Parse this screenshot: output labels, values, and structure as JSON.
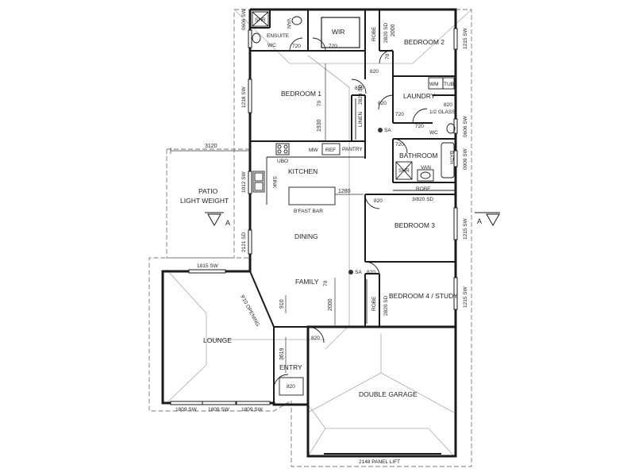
{
  "rooms": {
    "ensuite": "ENSUITE",
    "wir": "WIR",
    "bedroom2": "BEDROOM 2",
    "bedroom1": "BEDROOM 1",
    "laundry": "LAUNDRY",
    "kitchen": "KITCHEN",
    "pantry": "PANTRY",
    "bathroom": "BATHROOM",
    "patio_line1": "PATIO",
    "patio_line2": "LIGHT WEIGHT",
    "bfast_bar": "B'FAST BAR",
    "dining": "DINING",
    "bedroom3": "BEDROOM 3",
    "family": "FAMILY",
    "bedroom4": "BEDROOM 4 / STUDY",
    "lounge": "LOUNGE",
    "entry": "ENTRY",
    "double_garage": "DOUBLE GARAGE"
  },
  "fixtures": {
    "shr_ensuite": "SHR",
    "van_ensuite": "VAN",
    "wc_ensuite": "WC",
    "robe_bed2": "ROBE",
    "wm": "WM",
    "tub": "TUB",
    "glass": "1/2 GLASS",
    "linen": "LINEN",
    "wc_main": "WC",
    "ubo": "UBO",
    "mw": "MW",
    "ref": "REF",
    "sink": "SINK",
    "shr_bath": "SHR",
    "van_bath": "VAN",
    "bath": "BATH",
    "robe_bath": "ROBE",
    "robe_bed4": "ROBE",
    "sa1": "SA",
    "sa2": "SA",
    "opening": "9'10 OPENING",
    "panel_lift": "2148 PANEL LIFT"
  },
  "dimensions": {
    "d0606_left": "0606 SW",
    "d1218_sw": "1218 SW",
    "d1012_sw": "1012 SW",
    "d2121_sd": "2121 SD",
    "d1215_bed2": "1215 SW",
    "d0606_right": "0606 SW",
    "d0909_sw": "0909 SW",
    "d1215_bed3": "1215 SW",
    "d1215_bed4": "1215 SW",
    "d2820_sd_bed2": "2820 SD",
    "d2000_bed2": "2000",
    "d70_bed2": "70",
    "d720_a": "720",
    "d720_b": "720",
    "d820_a": "820",
    "d820_b": "820",
    "d820_c": "820",
    "d720_lin": "720",
    "d720_ldy": "720",
    "d720_bath": "720",
    "d1930": "1930",
    "d70_bed1": "70",
    "d2820_sd_linen": "2820 SD",
    "d820_ldy": "820",
    "d3120": "3120",
    "d1280": "1280",
    "d820_bed3": "820",
    "d3820_sd": "3/820 SD",
    "d820_fam": "820",
    "d70_fam": "70",
    "d2000_fam": "2000",
    "d2820_sd_bed4": "2820 SD",
    "d1815_sw": "1815 SW",
    "d910": "910",
    "d3619": "3619",
    "d820_entry_top": "820",
    "d820_entry": "820",
    "d1809_a": "1809 SW",
    "d1809_b": "1809 SW",
    "d1809_c": "1809 SW",
    "section_left": "A",
    "section_right": "A"
  }
}
